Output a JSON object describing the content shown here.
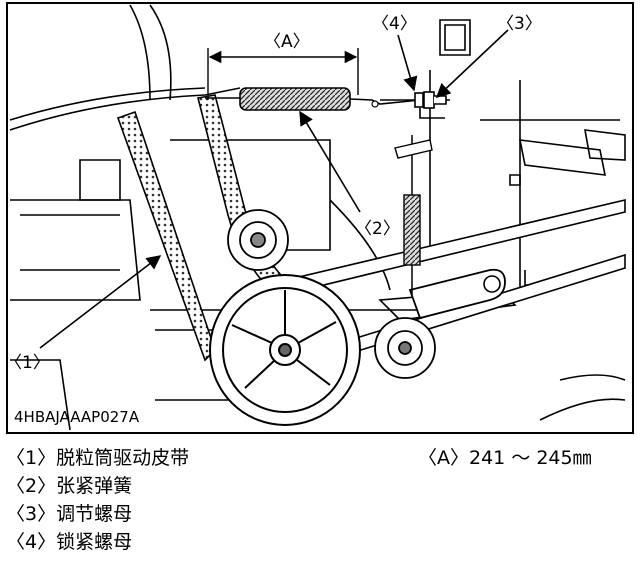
{
  "figure": {
    "code": "4HBAJAAAP027A",
    "callouts": {
      "c1": "〈1〉",
      "c2": "〈2〉",
      "c3": "〈3〉",
      "c4": "〈4〉",
      "cA": "〈A〉"
    }
  },
  "legend": {
    "items": [
      {
        "label": "〈1〉脱粒筒驱动皮带"
      },
      {
        "label": "〈2〉张紧弹簧"
      },
      {
        "label": "〈3〉调节螺母"
      },
      {
        "label": "〈4〉锁紧螺母"
      }
    ],
    "measure": "〈A〉241 ～ 245㎜"
  }
}
